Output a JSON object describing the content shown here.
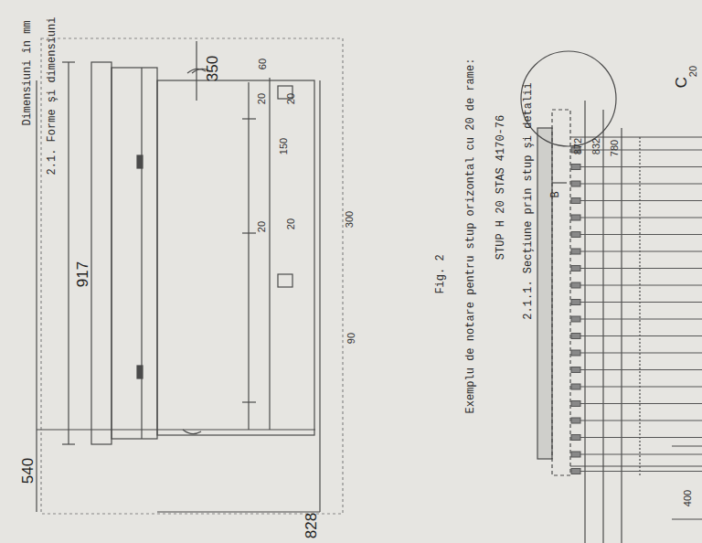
{
  "diagram": {
    "caption": "Fig. 2",
    "labels": [
      "Dimensiuni în mm",
      "2.1. Forme şi dimensiuni",
      "917",
      "540",
      "350",
      "60",
      "20",
      "20",
      "150",
      "20",
      "20",
      "300",
      "90",
      "828",
      "Exemplu de notare pentru stup orizontal cu 20 de rame:",
      "STUP H 20 STAS 4170-76",
      "2.1.1. Secţiune prin stup şi detalii",
      "B",
      "872",
      "832",
      "780",
      "C",
      "400",
      "20"
    ]
  }
}
